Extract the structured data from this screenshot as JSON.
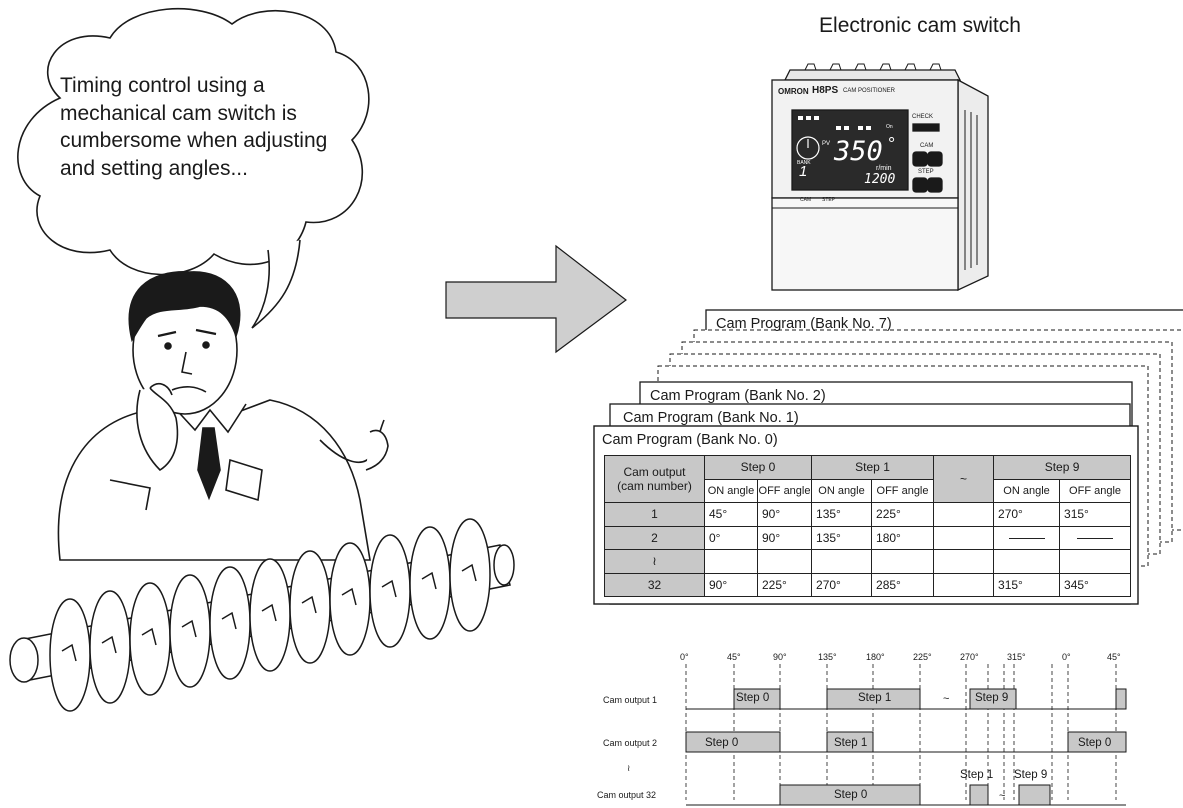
{
  "speech": {
    "lines": [
      "Timing control using a",
      "mechanical cam switch is",
      "cumbersome when adjusting",
      "and setting angles..."
    ]
  },
  "device": {
    "title": "Electronic cam switch",
    "brand": "OMRON",
    "model": "H8PS",
    "subtitle": "CAM POSITIONER",
    "pv_label": "PV",
    "angle_display": "350",
    "angle_unit": "°",
    "bank_label": "BANK",
    "bank_value": "1",
    "speed_value": "1200",
    "speed_unit": "r/min",
    "on_label": "On",
    "check_label": "CHECK",
    "cam_label": "CAM",
    "step_label": "STEP",
    "bottom_cam": "CAM",
    "bottom_step": "STEP"
  },
  "programs": {
    "bank7": "Cam Program (Bank No. 7)",
    "bank2": "Cam Program (Bank No. 2)",
    "bank1": "Cam Program (Bank No. 1)",
    "bank0": "Cam Program (Bank No. 0)"
  },
  "table": {
    "col_cam_output": "Cam output",
    "col_cam_number": "(cam number)",
    "step0": "Step 0",
    "step1": "Step 1",
    "step9": "Step 9",
    "tilde": "~",
    "on_angle": "ON angle",
    "off_angle": "OFF angle",
    "rows": [
      {
        "cam": "1",
        "s0_on": "45°",
        "s0_off": "90°",
        "s1_on": "135°",
        "s1_off": "225°",
        "s9_on": "270°",
        "s9_off": "315°"
      },
      {
        "cam": "2",
        "s0_on": "0°",
        "s0_off": "90°",
        "s1_on": "135°",
        "s1_off": "180°",
        "s9_on": "",
        "s9_off": ""
      },
      {
        "cam": "≀",
        "s0_on": "",
        "s0_off": "",
        "s1_on": "",
        "s1_off": "",
        "s9_on": "",
        "s9_off": ""
      },
      {
        "cam": "32",
        "s0_on": "90°",
        "s0_off": "225°",
        "s1_on": "270°",
        "s1_off": "285°",
        "s9_on": "315°",
        "s9_off": "345°"
      }
    ]
  },
  "timing": {
    "degrees": [
      "0°",
      "45°",
      "90°",
      "135°",
      "180°",
      "225°",
      "270°",
      "315°",
      "0°",
      "45°"
    ],
    "out1_label": "Cam output 1",
    "out2_label": "Cam output 2",
    "out_gap_label": "≀",
    "out32_label": "Cam output 32",
    "out1_step0": "Step 0",
    "out1_step1": "Step 1",
    "out1_tilde": "~",
    "out1_step9": "Step 9",
    "out2_step0": "Step 0",
    "out2_step1": "Step 1",
    "out2_step0b": "Step 0",
    "out32_step0": "Step 0",
    "out32_step1": "Step 1",
    "out32_step9": "Step 9",
    "out32_tilde": "~"
  },
  "colors": {
    "line": "#1a1a1a",
    "fill_gray": "#c8c8c8",
    "arrow_gray": "#cfcfcf",
    "device_body": "#f2f2f2",
    "display_bg": "#2a2a2a"
  }
}
